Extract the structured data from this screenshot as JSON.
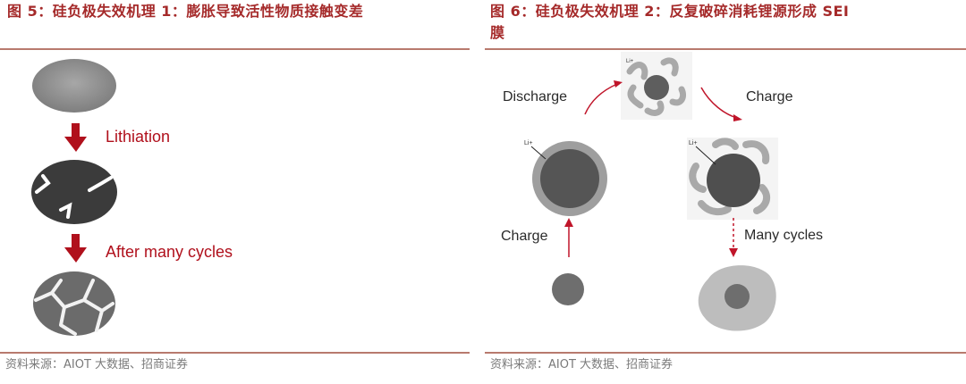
{
  "left": {
    "title": "图 5：硅负极失效机理 1：膨胀导致活性物质接触变差",
    "step1_label": "Lithiation",
    "step2_label": "After many cycles",
    "source": "资料来源：AIOT 大数据、招商证券"
  },
  "right": {
    "title_line1": "图 6：硅负极失效机理 2：反复破碎消耗锂源形成 SEI",
    "title_line2": "膜",
    "label_discharge": "Discharge",
    "label_charge_top": "Charge",
    "label_charge_left": "Charge",
    "label_many_cycles": "Many cycles",
    "li_label": "Li+",
    "source": "资料来源：AIOT 大数据、招商证券"
  },
  "colors": {
    "title": "#a52a2a",
    "rule": "#b87a6e",
    "arrow_red": "#b0101c",
    "gray_dark": "#555555",
    "gray_mid": "#8f8f8f",
    "gray_light": "#c8c8c8"
  }
}
